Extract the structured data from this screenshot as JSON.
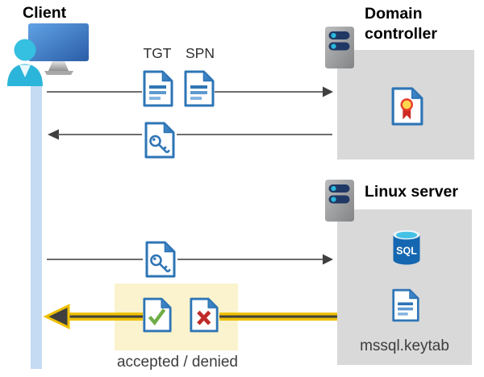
{
  "nodes": {
    "client": {
      "label": "Client"
    },
    "domain_controller": {
      "label": "Domain controller"
    },
    "linux_server": {
      "label": "Linux server",
      "sql_label": "SQL",
      "keytab_label": "mssql.keytab"
    }
  },
  "tickets": {
    "tgt_label": "TGT",
    "spn_label": "SPN"
  },
  "result": {
    "label": "accepted / denied"
  },
  "arrows": [
    {
      "name": "client-to-domain-controller",
      "direction": "right"
    },
    {
      "name": "domain-controller-to-client",
      "direction": "left"
    },
    {
      "name": "client-to-linux-server",
      "direction": "right"
    },
    {
      "name": "linux-server-to-client",
      "direction": "left",
      "highlighted": true
    }
  ],
  "colors": {
    "document_blue": "#2e75b6",
    "box_gray": "#d9d9d9",
    "highlight_yellow_box": "#fbf3cd",
    "arrow_gold": "#eec000",
    "timeline_blue": "#c5dbf4",
    "check_green": "#70ad47",
    "cross_red": "#bf2b2a",
    "sql_blue": "#1467b0",
    "server_slot_navy": "#203864"
  }
}
